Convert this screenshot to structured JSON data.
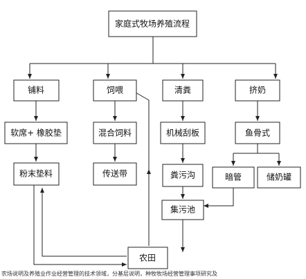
{
  "title": "家庭式牧场养殖流程",
  "branches": [
    {
      "label": "铺料",
      "steps": [
        "软席+ 橡胶垫",
        "粉末垫料"
      ]
    },
    {
      "label": "饲喂",
      "steps": [
        "混合饲料",
        "传送带"
      ]
    },
    {
      "label": "清粪",
      "steps": [
        "机械刮板",
        "粪污沟",
        "集污池"
      ]
    },
    {
      "label": "挤奶",
      "steps": [
        "鱼骨式"
      ],
      "sub": [
        "暗管",
        "储奶罐"
      ]
    }
  ],
  "farmland": "农田",
  "caption": "农场说明及养殖业作业经营管理的技术领域，分基层说明，种牧牧场经营管理事项研究及"
}
